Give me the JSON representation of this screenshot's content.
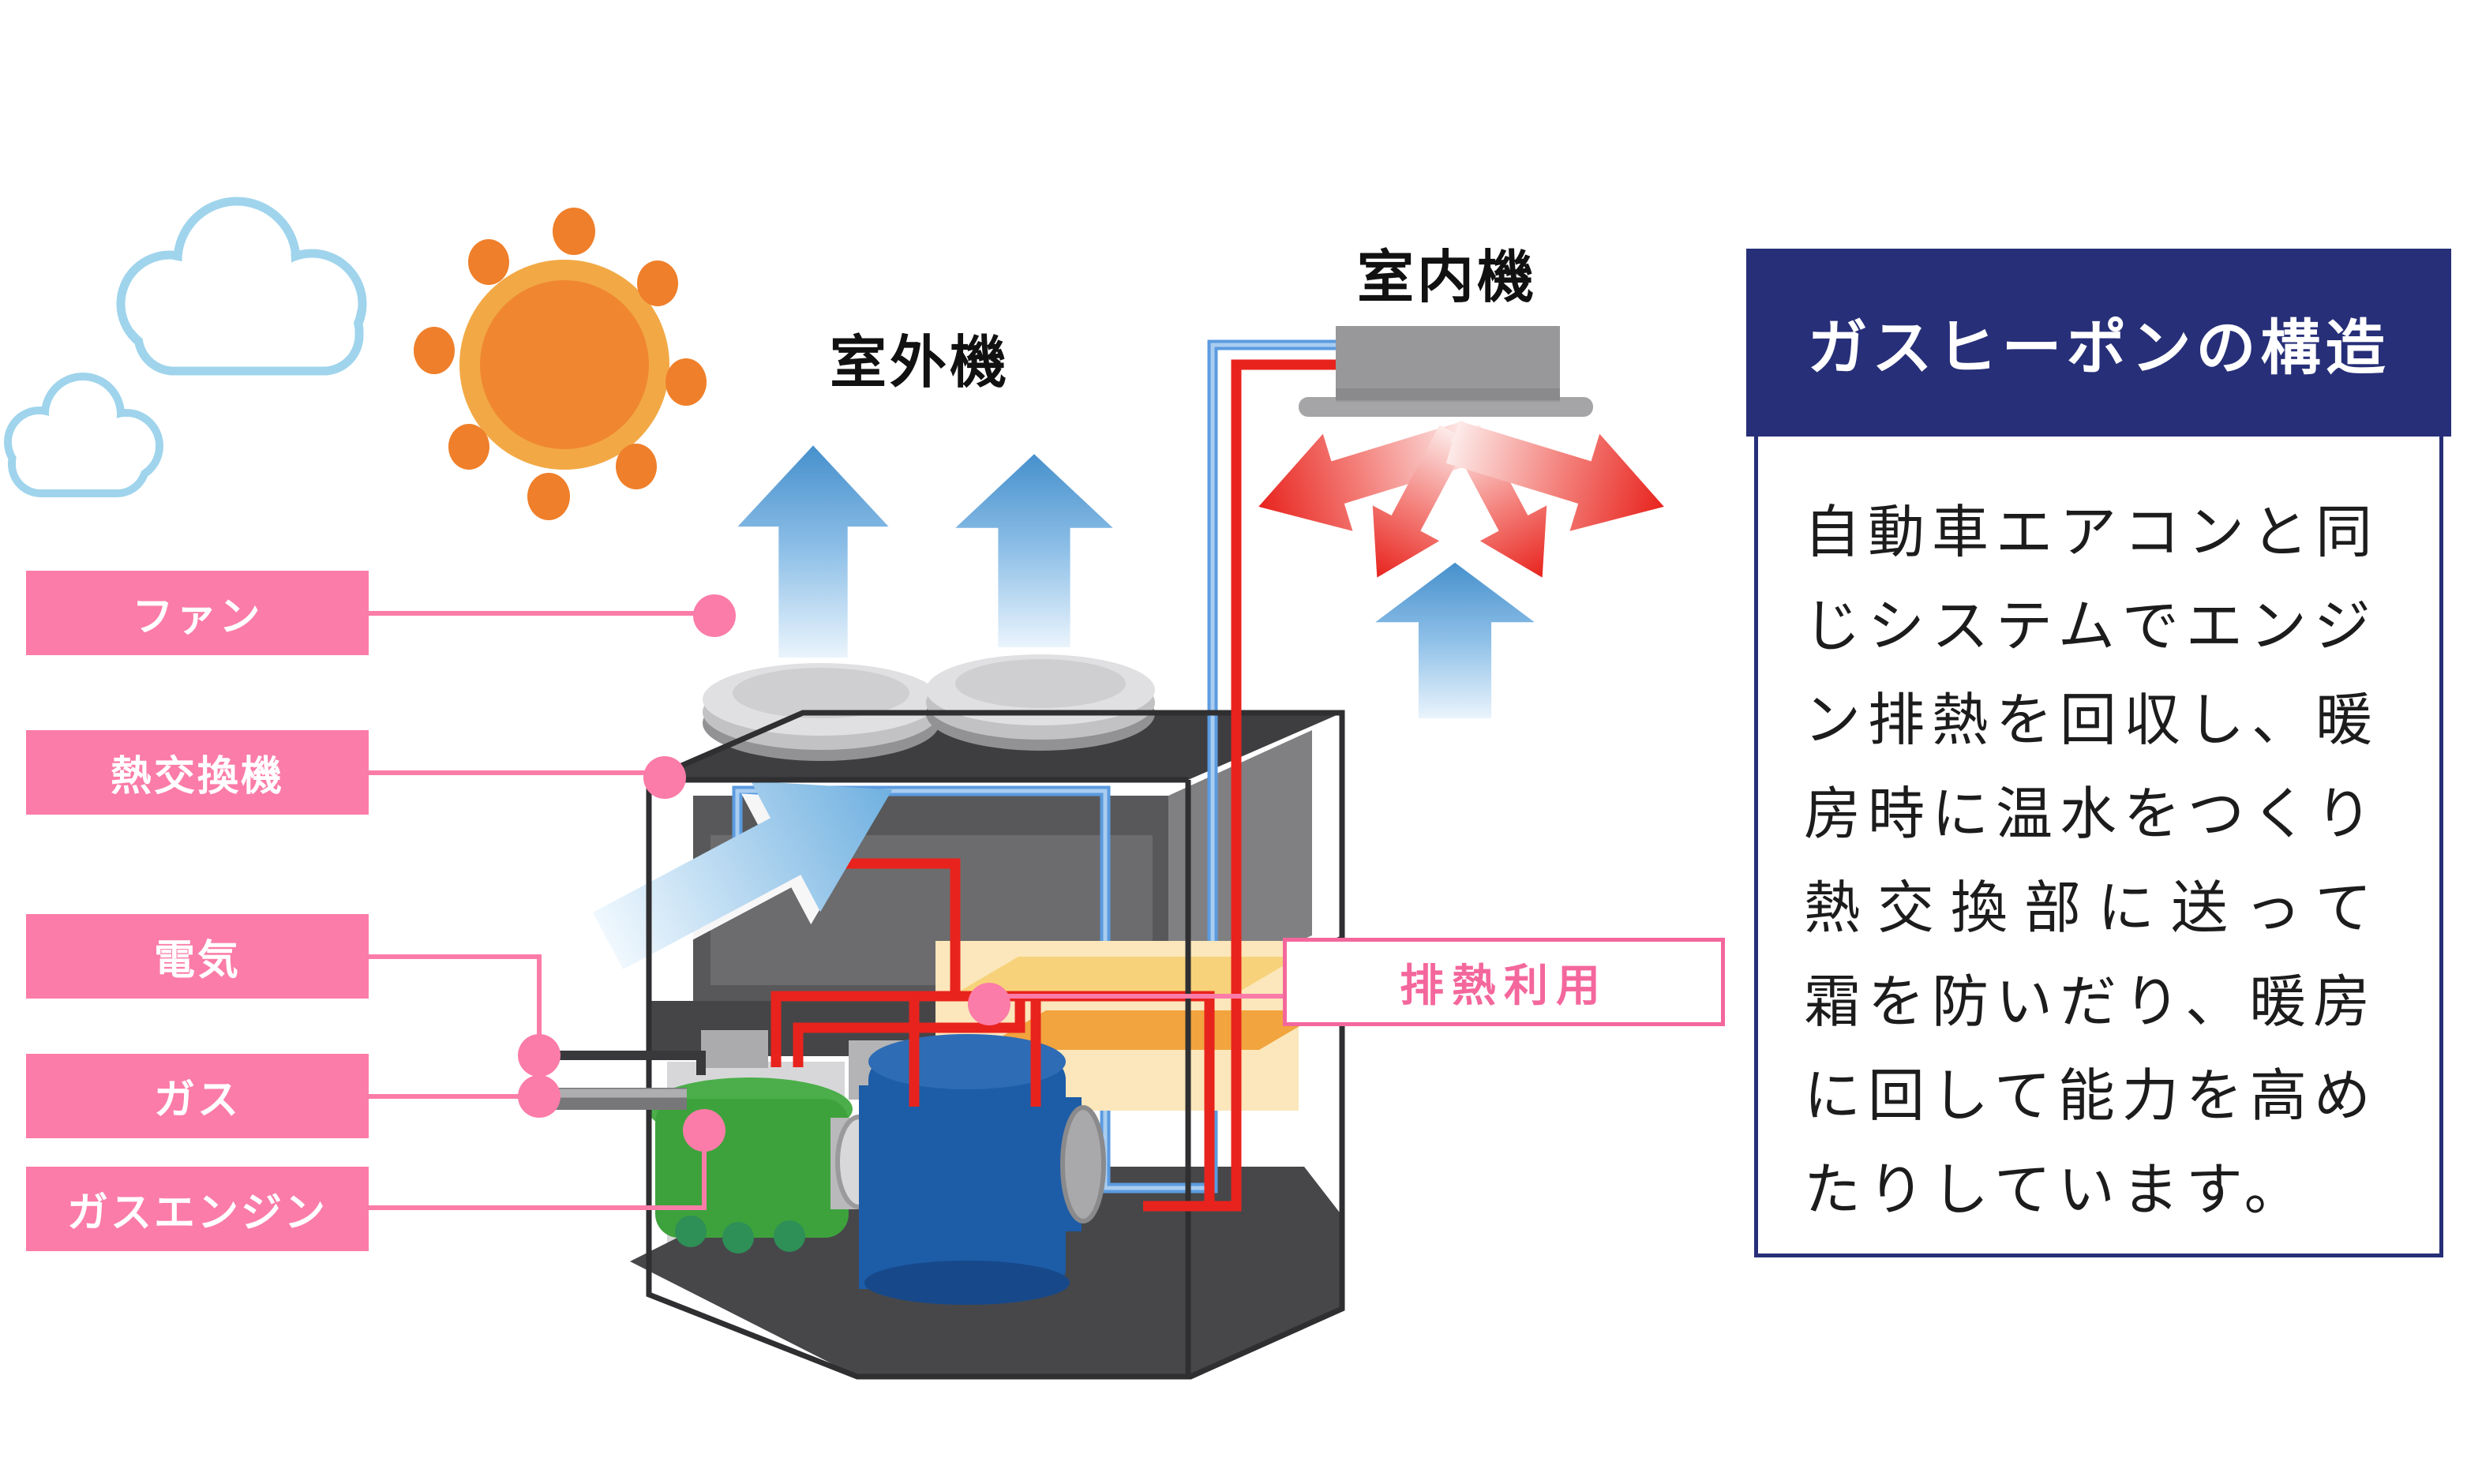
{
  "diagram": {
    "outdoor_unit_label": "室外機",
    "indoor_unit_label": "室内機",
    "callouts": {
      "fan": "ファン",
      "heat_exchanger": "熱交換機",
      "electricity": "電気",
      "gas": "ガス",
      "gas_engine": "ガスエンジン",
      "exhaust_heat_use": "排熱利用"
    },
    "colors": {
      "callout_pink": "#fb7ca8",
      "exhaust_pink": "#f4679c",
      "panel_navy": "#272f78",
      "pipe_red": "#e8231d",
      "pipe_blue": "#5b9be0",
      "sun_core_orange": "#f08730",
      "sun_ring_orange": "#f2a945",
      "sun_ray_orange": "#ef7f2a",
      "cloud_outline_blue": "#9fd4ec",
      "airflow_arrow_blue": "#4690cc",
      "warm_air_arrow_red": "#e8231d",
      "unit_dark_gray": "#48484a",
      "engine_green": "#3da23c",
      "compressor_blue": "#1d5ca7",
      "heat_recovery_orange": "#f2a43e"
    }
  },
  "panel": {
    "title": "ガスヒーポンの構造",
    "body_lines": [
      "自動車エアコンと同",
      "じシステムでエンジ",
      "ン排熱を回収し、暖",
      "房時に温水をつくり",
      "熱交換部に送って",
      "霜を防いだり、暖房",
      "に回して能力を高め",
      "たりしています。"
    ]
  }
}
